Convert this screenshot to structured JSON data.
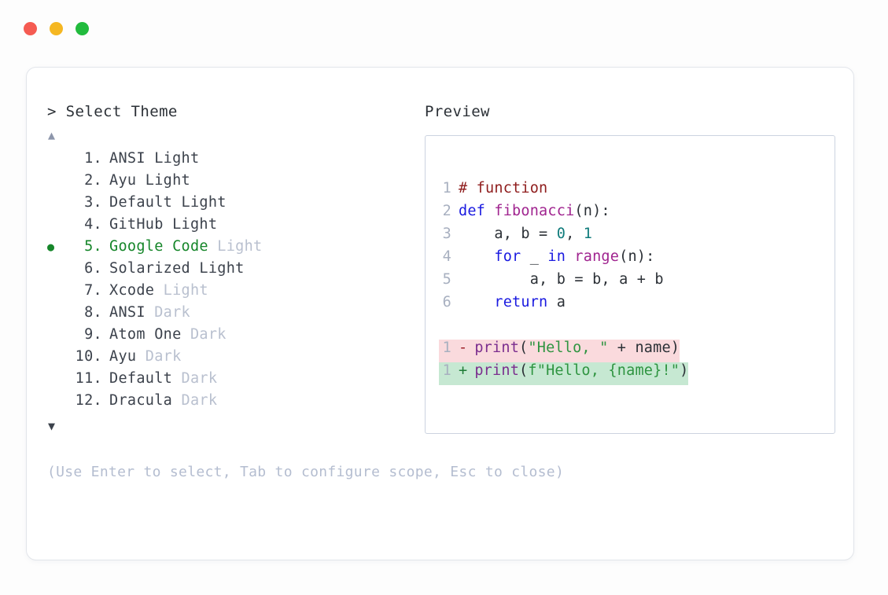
{
  "window": {
    "dots": [
      {
        "name": "close-dot",
        "color": "#f55b52"
      },
      {
        "name": "minimize-dot",
        "color": "#f5b722"
      },
      {
        "name": "maximize-dot",
        "color": "#22bb3d"
      }
    ]
  },
  "left": {
    "prompt": "> Select Theme",
    "scroll_up_icon": "▲",
    "scroll_down_icon": "▼",
    "selected_index": 5,
    "selected_bullet": "●",
    "items": [
      {
        "index": "1.",
        "name": "ANSI",
        "variant": "Light",
        "variant_muted": false,
        "selected": false
      },
      {
        "index": "2.",
        "name": "Ayu",
        "variant": "Light",
        "variant_muted": false,
        "selected": false
      },
      {
        "index": "3.",
        "name": "Default",
        "variant": "Light",
        "variant_muted": false,
        "selected": false
      },
      {
        "index": "4.",
        "name": "GitHub",
        "variant": "Light",
        "variant_muted": false,
        "selected": false
      },
      {
        "index": "5.",
        "name": "Google Code",
        "variant": "Light",
        "variant_muted": true,
        "selected": true
      },
      {
        "index": "6.",
        "name": "Solarized",
        "variant": "Light",
        "variant_muted": false,
        "selected": false
      },
      {
        "index": "7.",
        "name": "Xcode",
        "variant": "Light",
        "variant_muted": true,
        "selected": false
      },
      {
        "index": "8.",
        "name": "ANSI",
        "variant": "Dark",
        "variant_muted": true,
        "selected": false
      },
      {
        "index": "9.",
        "name": "Atom One",
        "variant": "Dark",
        "variant_muted": true,
        "selected": false
      },
      {
        "index": "10.",
        "name": "Ayu",
        "variant": "Dark",
        "variant_muted": true,
        "selected": false
      },
      {
        "index": "11.",
        "name": "Default",
        "variant": "Dark",
        "variant_muted": true,
        "selected": false
      },
      {
        "index": "12.",
        "name": "Dracula",
        "variant": "Dark",
        "variant_muted": true,
        "selected": false
      }
    ],
    "hint": "(Use Enter to select, Tab to configure scope, Esc to close)"
  },
  "right": {
    "label": "Preview",
    "code_lines": [
      {
        "no": "1",
        "tokens": [
          {
            "t": "# function",
            "c": "comment"
          }
        ]
      },
      {
        "no": "2",
        "tokens": [
          {
            "t": "def ",
            "c": "keyword"
          },
          {
            "t": "fibonacci",
            "c": "func"
          },
          {
            "t": "(n):",
            "c": "plain"
          }
        ]
      },
      {
        "no": "3",
        "tokens": [
          {
            "t": "    a, b = ",
            "c": "plain"
          },
          {
            "t": "0",
            "c": "number"
          },
          {
            "t": ", ",
            "c": "plain"
          },
          {
            "t": "1",
            "c": "number"
          }
        ]
      },
      {
        "no": "4",
        "tokens": [
          {
            "t": "    ",
            "c": "plain"
          },
          {
            "t": "for",
            "c": "keyword"
          },
          {
            "t": " _ ",
            "c": "plain"
          },
          {
            "t": "in",
            "c": "keyword"
          },
          {
            "t": " ",
            "c": "plain"
          },
          {
            "t": "range",
            "c": "func"
          },
          {
            "t": "(n):",
            "c": "plain"
          }
        ]
      },
      {
        "no": "5",
        "tokens": [
          {
            "t": "        a, b = b, a + b",
            "c": "plain"
          }
        ]
      },
      {
        "no": "6",
        "tokens": [
          {
            "t": "    ",
            "c": "plain"
          },
          {
            "t": "return",
            "c": "keyword"
          },
          {
            "t": " a",
            "c": "plain"
          }
        ]
      }
    ],
    "diff_lines": [
      {
        "no": "1",
        "kind": "del",
        "sign": "-",
        "tokens": [
          {
            "t": "print",
            "c": "builtin"
          },
          {
            "t": "(",
            "c": "plain"
          },
          {
            "t": "\"Hello, \"",
            "c": "string"
          },
          {
            "t": " + name)",
            "c": "plain"
          }
        ]
      },
      {
        "no": "1",
        "kind": "add",
        "sign": "+",
        "tokens": [
          {
            "t": "print",
            "c": "builtin"
          },
          {
            "t": "(",
            "c": "plain"
          },
          {
            "t": "f\"Hello, {name}!\"",
            "c": "string"
          },
          {
            "t": ")",
            "c": "plain"
          }
        ]
      }
    ]
  },
  "colors": {
    "accent_green": "#16862a",
    "muted_text": "#b9c0cf",
    "hint_text": "#b4bdd0",
    "panel_border": "#ccd3e0",
    "card_border": "#e2e5ea",
    "diff_del_bg": "#fadadd",
    "diff_add_bg": "#c6e8d2"
  }
}
